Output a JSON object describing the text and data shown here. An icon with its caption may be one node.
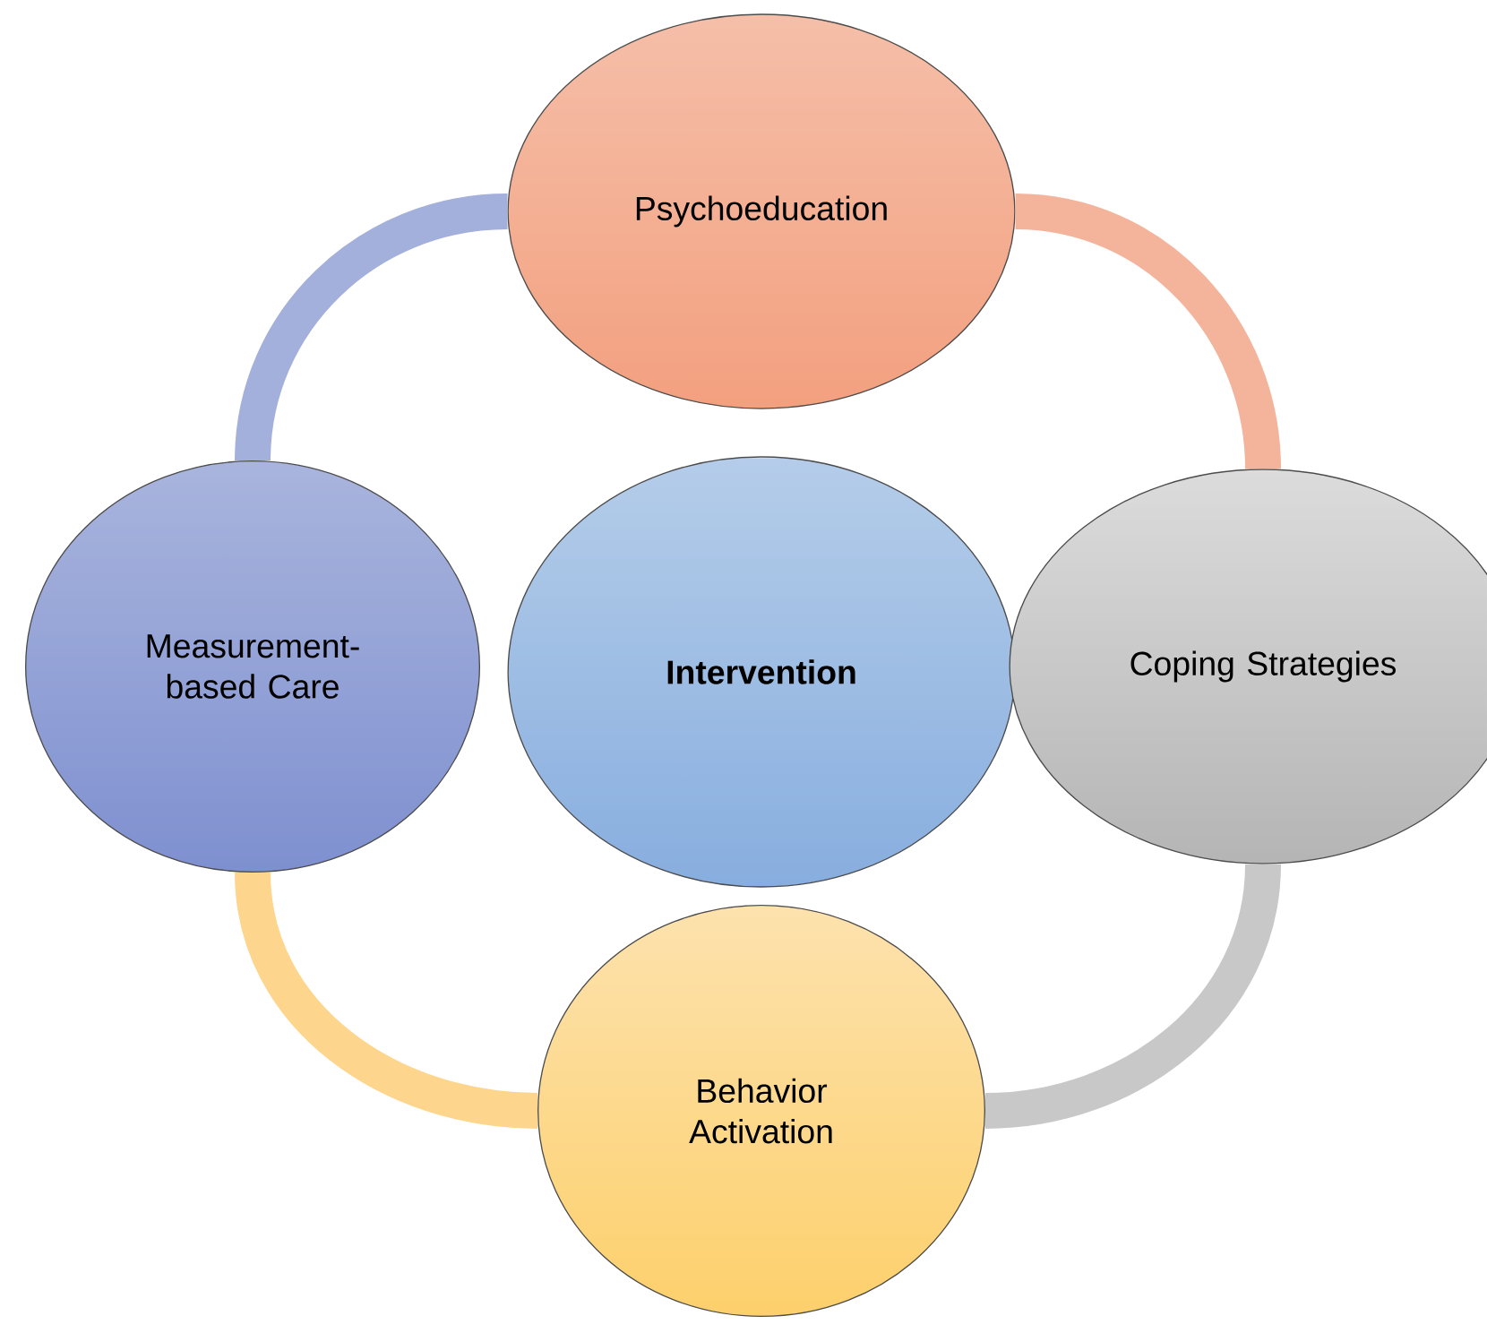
{
  "diagram": {
    "nodes": [
      {
        "text": [
          "Psychoeducation"
        ]
      },
      {
        "text": [
          "Measurement-based Care"
        ]
      },
      {
        "text": [
          "Intervention"
        ]
      },
      {
        "text": [
          "Coping Strategies"
        ]
      },
      {
        "text": [
          "Behavior Activation"
        ]
      }
    ],
    "edges": [
      {
        "from": 0,
        "to": 3,
        "arrow": "none",
        "color": "#f4b49c"
      },
      {
        "from": 3,
        "to": 4,
        "arrow": "none",
        "color": "#c8c8c8"
      },
      {
        "from": 4,
        "to": 1,
        "arrow": "none",
        "color": "#fdd58c"
      },
      {
        "from": 1,
        "to": 0,
        "arrow": "none",
        "color": "#a4b0dc"
      }
    ]
  }
}
